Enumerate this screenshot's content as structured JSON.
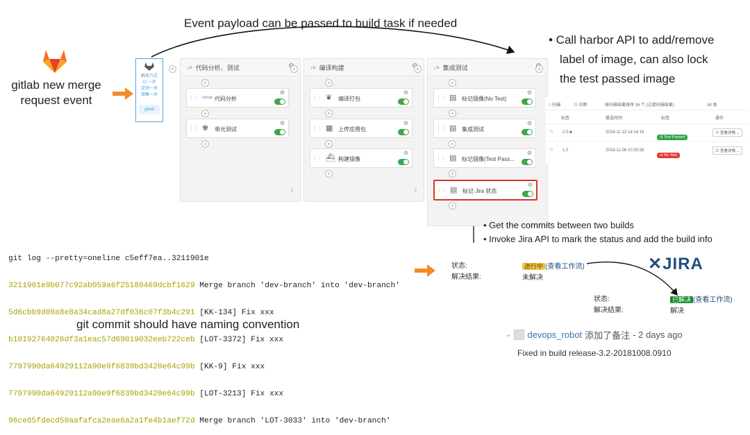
{
  "top_annotation": "Event payload can be passed to build task if needed",
  "gitlab_caption": "gitlab new merge request event",
  "trigger_card": {
    "lines": [
      "触发方式",
      "CI  一开",
      "定时一关",
      "镜像一关"
    ],
    "source": "gitlab"
  },
  "harbor_bullet": [
    "• Call harbor API to add/remove",
    "label of image, can also lock",
    "the test passed image"
  ],
  "stages": [
    {
      "title": "代码分析、测试",
      "tasks": [
        {
          "label": "代码分析",
          "icon": "sonar"
        },
        {
          "label": "单元测试",
          "icon": "test"
        }
      ]
    },
    {
      "title": "编译构建",
      "tasks": [
        {
          "label": "编译打包",
          "icon": "leaf"
        },
        {
          "label": "上传应用包",
          "icon": "box"
        },
        {
          "label": "构建镜像",
          "icon": "docker"
        }
      ]
    },
    {
      "title": "集成测试",
      "tasks": [
        {
          "label": "标记镜像(No Test)",
          "icon": "image"
        },
        {
          "label": "集成测试",
          "icon": "image"
        },
        {
          "label": "标记镜像(Test Pass...",
          "icon": "image"
        },
        {
          "label": "标记 Jira 状态",
          "icon": "image"
        }
      ]
    }
  ],
  "harbor_table": {
    "toolbar": [
      "□ 扫描",
      "⊙ 日断",
      "按扫描结果排序 16 个 (过滤扫描结果)",
      "All 类"
    ],
    "headers": [
      "标签",
      "推送时间",
      "标签",
      "操作"
    ],
    "rows": [
      {
        "tag": "2.0.■",
        "time": "2018-11-13 14:14:19",
        "label": "Test Passed",
        "label_color": "#2ea44f",
        "action": "查看详情"
      },
      {
        "tag": "1.0",
        "time": "2018-11-06 10:30:58",
        "label": "No Test",
        "label_color": "#e53935",
        "action": "查看详情"
      }
    ]
  },
  "commit_bullets": [
    "Get the commits between two builds",
    "Invoke Jira API to mark the status and add the build info"
  ],
  "git_log": {
    "command": "git log --pretty=oneline c5eff7ea..3211901e",
    "commits": [
      {
        "hash": "3211901e9b077c92ab059a6f25180469dcbf1629",
        "message": "Merge branch 'dev-branch' into 'dev-branch'"
      },
      {
        "hash": "5d6cbb9d09a8e8a34cad8a27df036c07f3b4c291",
        "message": "[KK-134] Fix xxx"
      },
      {
        "hash": "b10192764026df3a1eac57d69019032eeb722ceb",
        "message": "[LOT-3372] Fix xxx"
      },
      {
        "hash": "7797990da64929112a90e9f6839bd3420e64c99b",
        "message": "[KK-9] Fix xxx"
      },
      {
        "hash": "7797990da64929112a90e9f6839bd3420e64c99b",
        "message": "[LOT-3213] Fix xxx"
      },
      {
        "hash": "96ce85fdecd50aafafca2eae6a2a1fe4b1aef72d",
        "message": "Merge branch 'LOT-3033' into 'dev-branch'"
      }
    ]
  },
  "naming_note": "git commit should have naming convention",
  "jira_before": {
    "status_label": "状态:",
    "status_value": "进行中",
    "workflow_link": "(查看工作流)",
    "resolution_label": "解决结果:",
    "resolution_value": "未解决"
  },
  "jira_after": {
    "status_label": "状态:",
    "status_value": "已解决",
    "workflow_link": "(查看工作流)",
    "resolution_label": "解决结果:",
    "resolution_value": "解决"
  },
  "jira_logo": "JIRA",
  "comment": {
    "user": "devops_robot",
    "action": "添加了备注",
    "when": "- 2 days ago",
    "body": "Fixed in build release-3.2-20181008.0910"
  },
  "colors": {
    "accent_orange": "#f28c28",
    "toggle_green": "#3fa64a",
    "trigger_blue": "#4aa3df",
    "jira_blue": "#205081",
    "status_inprogress": "#f6c342",
    "status_done": "#14892c",
    "commit_hash": "#a3a300",
    "highlight_red": "#d9342b"
  }
}
